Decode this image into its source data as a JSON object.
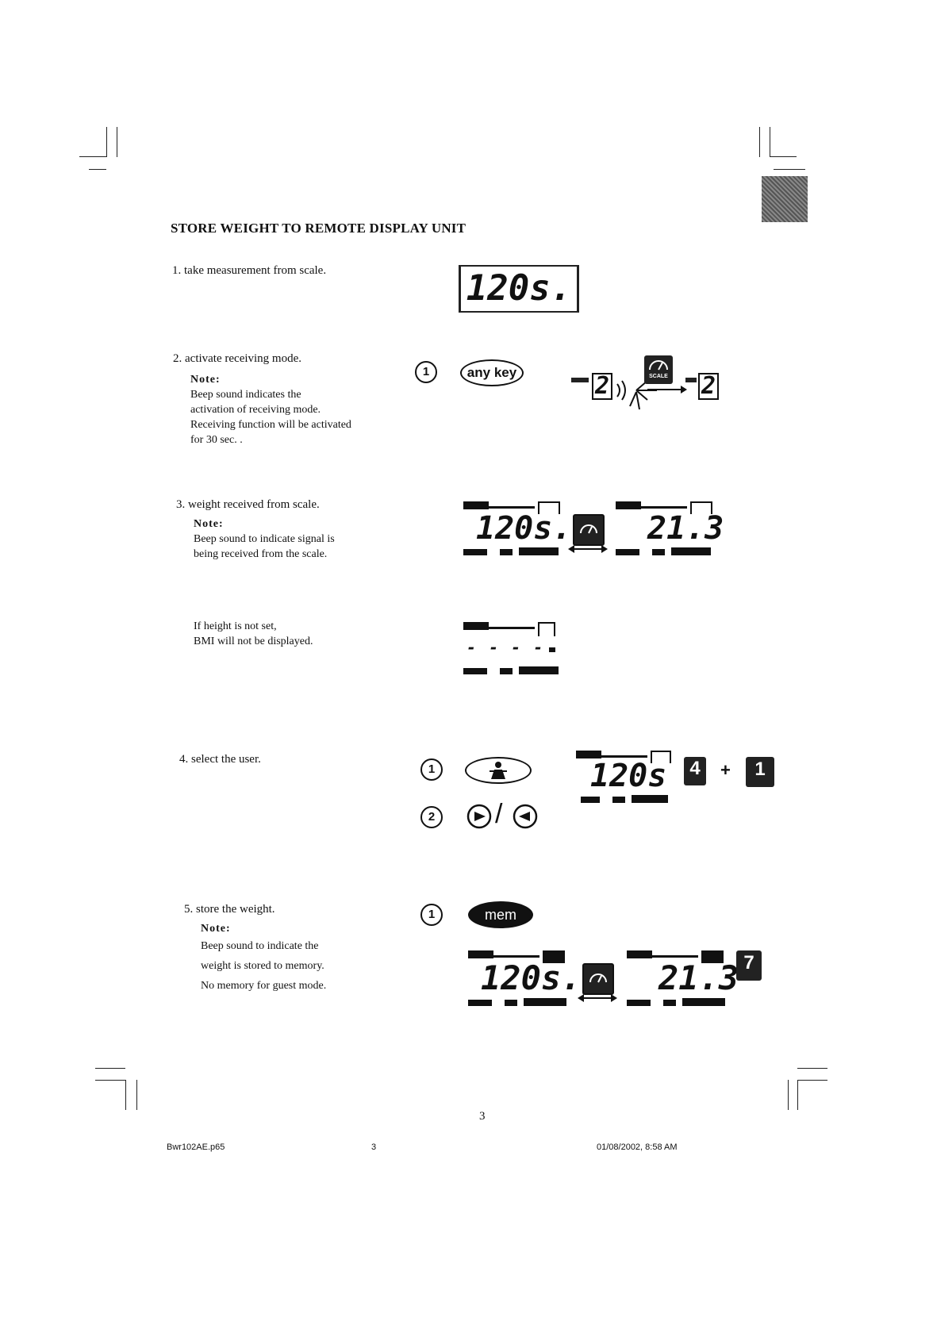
{
  "title": "STORE WEIGHT TO REMOTE DISPLAY UNIT",
  "steps": {
    "s1": {
      "label": "1. take measurement from scale."
    },
    "s2": {
      "label": "2. activate receiving mode.",
      "note_label": "Note:",
      "note_lines": [
        "Beep sound indicates the",
        "activation of receiving mode.",
        "Receiving function will be activated",
        "for 30 sec. ."
      ]
    },
    "s3": {
      "label": "3. weight received from scale.",
      "note_label": "Note:",
      "note_lines": [
        "Beep sound to indicate signal is",
        "being received from the scale."
      ]
    },
    "s3b": {
      "lines": [
        "If height is not set,",
        "BMI will not be displayed."
      ]
    },
    "s4": {
      "label": "4. select the user."
    },
    "s5": {
      "label": "5. store the weight.",
      "note_label": "Note:",
      "note_lines": [
        "Beep sound to indicate the",
        "weight is stored to memory.",
        "No memory for guest mode."
      ]
    }
  },
  "displays": {
    "weight": "120s.",
    "weight_small": "120s",
    "bmi": "21.3",
    "dashes": "- - - -",
    "user_digit": "4",
    "memory_digit": "1",
    "slot_digit": "7",
    "receiving_left": "2",
    "receiving_right": "2",
    "scale_label": "SCALE"
  },
  "keys": {
    "step1_marker": "1",
    "step2_marker": "2",
    "any_key": "any key",
    "mem_key": "mem",
    "plus": "+",
    "arrow_slash": "/"
  },
  "icons": {
    "user_key": "user-icon",
    "up_down_keys": "arrow-keys-icon",
    "scale_badge": "scale-icon",
    "signal": "signal-burst-icon"
  },
  "page_number": "3",
  "footer": {
    "file": "Bwr102AE.p65",
    "page": "3",
    "date": "01/08/2002, 8:58 AM"
  }
}
